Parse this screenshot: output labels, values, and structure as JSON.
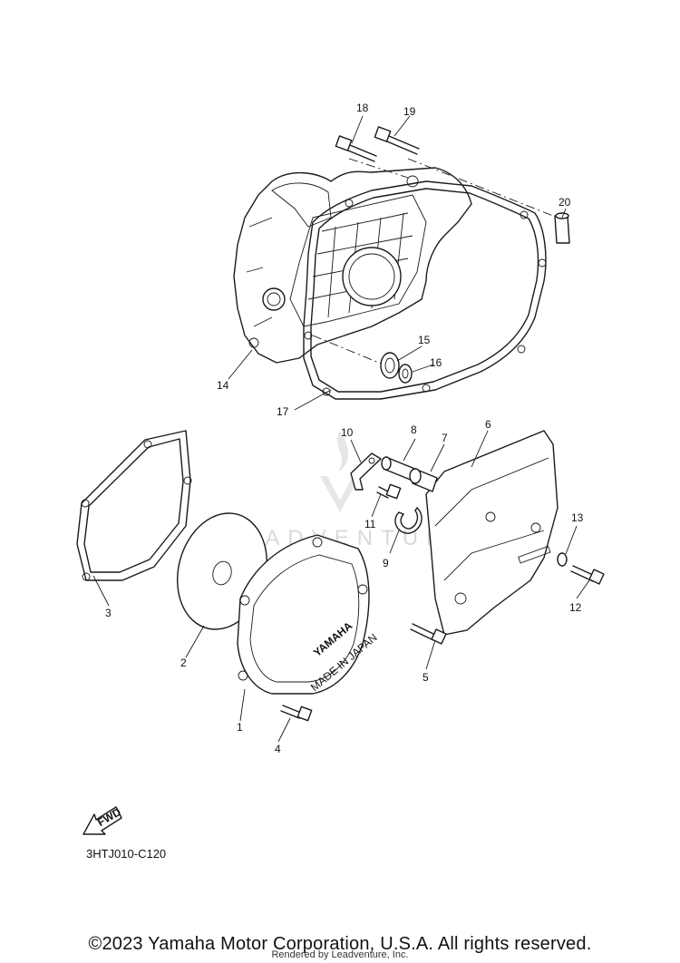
{
  "diagram": {
    "callouts": [
      {
        "n": "1"
      },
      {
        "n": "2"
      },
      {
        "n": "3"
      },
      {
        "n": "4"
      },
      {
        "n": "5"
      },
      {
        "n": "6"
      },
      {
        "n": "7"
      },
      {
        "n": "8"
      },
      {
        "n": "9"
      },
      {
        "n": "10"
      },
      {
        "n": "11"
      },
      {
        "n": "12"
      },
      {
        "n": "13"
      },
      {
        "n": "14"
      },
      {
        "n": "15"
      },
      {
        "n": "16"
      },
      {
        "n": "17"
      },
      {
        "n": "18"
      },
      {
        "n": "19"
      },
      {
        "n": "20"
      }
    ],
    "cover_brand": "YAMAHA",
    "cover_stamp": "MADE IN JAPAN",
    "fwd_label": "FWD",
    "diagram_code": "3HTJ010-C120"
  },
  "footer": {
    "copyright": "©2023 Yamaha Motor Corporation, U.S.A. All rights reserved.",
    "rendered_by": "Rendered by Leadventure, Inc."
  },
  "watermark": {
    "text": "LEADVENTURE"
  }
}
